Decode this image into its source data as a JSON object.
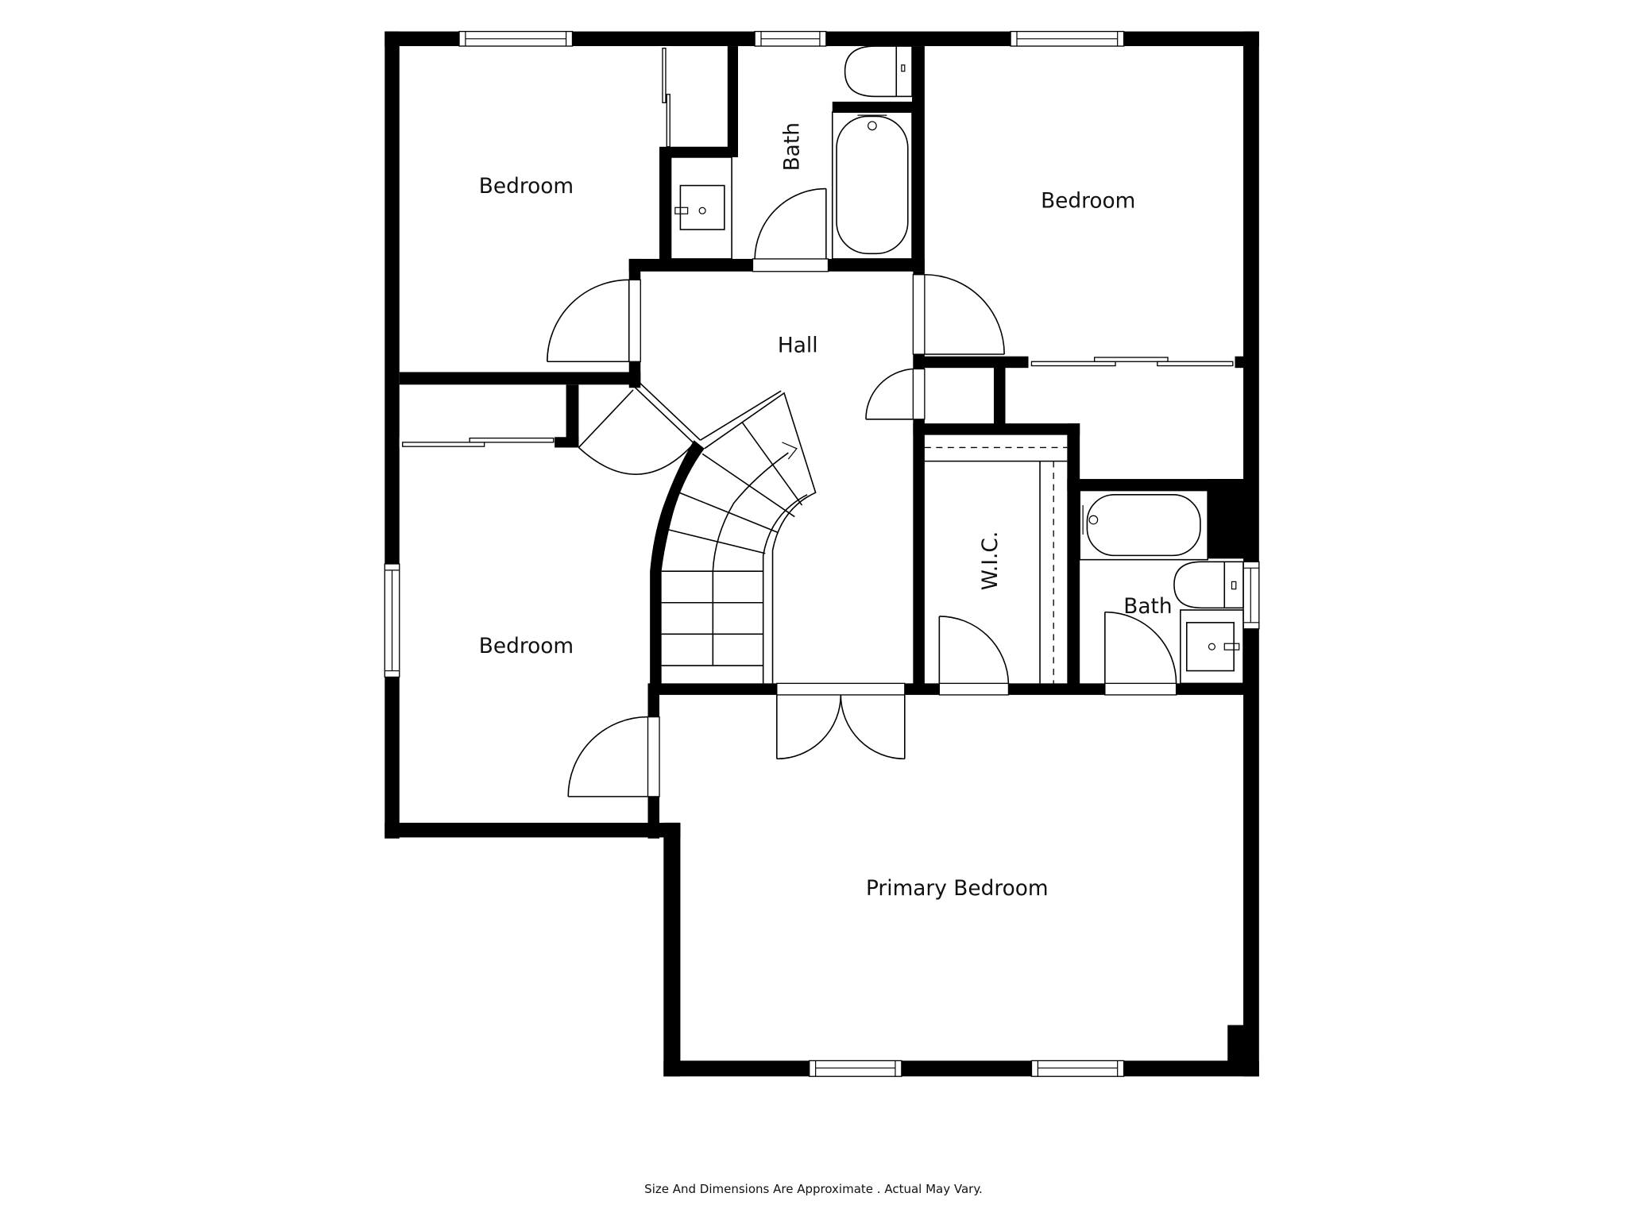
{
  "floorplan": {
    "rooms": [
      {
        "id": "bedroom-nw",
        "label": "Bedroom"
      },
      {
        "id": "bath-hall",
        "label": "Bath"
      },
      {
        "id": "bedroom-ne",
        "label": "Bedroom"
      },
      {
        "id": "hall",
        "label": "Hall"
      },
      {
        "id": "wic",
        "label": "W.I.C."
      },
      {
        "id": "bath-primary",
        "label": "Bath"
      },
      {
        "id": "bedroom-w",
        "label": "Bedroom"
      },
      {
        "id": "primary-bedroom",
        "label": "Primary Bedroom"
      }
    ],
    "colors": {
      "wall": "#000000",
      "background": "#ffffff",
      "text": "#111111"
    }
  },
  "footer": {
    "disclaimer": "Size And Dimensions Are Approximate . Actual May Vary."
  }
}
